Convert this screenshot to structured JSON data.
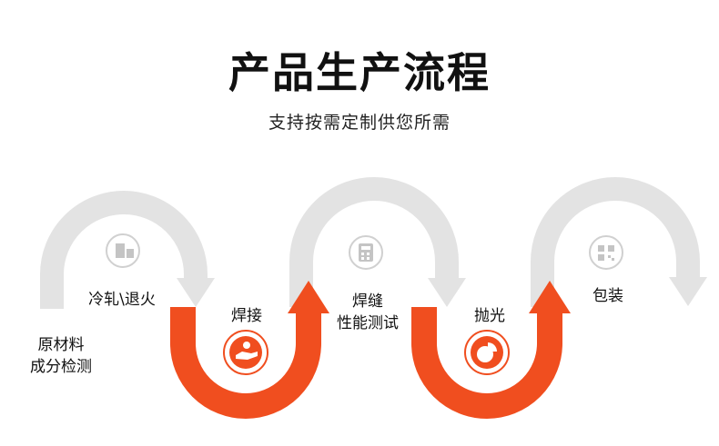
{
  "header": {
    "title": "产品生产流程",
    "subtitle": "支持按需定制供您所需"
  },
  "steps": [
    {
      "lines": [
        "原材料",
        "成分检测"
      ]
    },
    {
      "lines": [
        "冷轧\\退火"
      ]
    },
    {
      "lines": [
        "焊接"
      ]
    },
    {
      "lines": [
        "焊缝",
        "性能测试"
      ]
    },
    {
      "lines": [
        "抛光"
      ]
    },
    {
      "lines": [
        "包装"
      ]
    }
  ],
  "icons": {
    "gray_1": "box-icon",
    "gray_2": "calculator-icon",
    "gray_3": "qr-code-icon",
    "orange_1": "hand-coin-icon",
    "orange_2": "pie-chart-icon"
  },
  "colors": {
    "accent": "#f04e1f",
    "gray_arrow": "#e3e3e3",
    "gray_icon": "#c4c4c4"
  }
}
